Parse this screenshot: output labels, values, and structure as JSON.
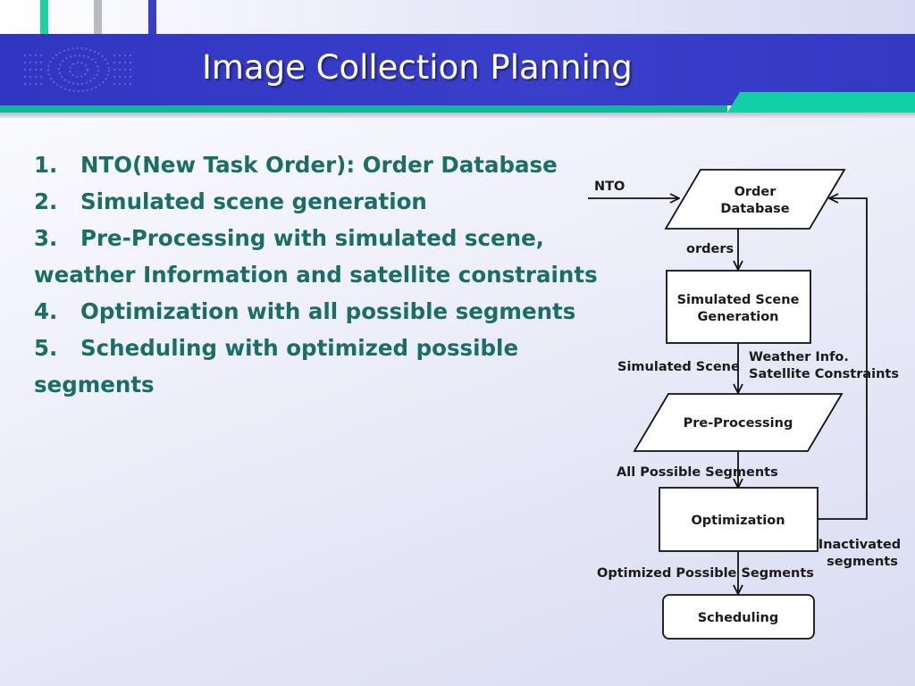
{
  "slide": {
    "title": "Image Collection Planning"
  },
  "steps": [
    {
      "number": "1.",
      "text": "NTO(New Task Order): Order Database"
    },
    {
      "number": "2.",
      "text": "Simulated scene generation"
    },
    {
      "number": "3.",
      "text": "Pre-Processing with simulated scene,",
      "continuation": "weather Information and satellite constraints"
    },
    {
      "number": "4.",
      "text": "Optimization with all possible segments"
    },
    {
      "number": "5.",
      "text": "Scheduling with optimized possible",
      "continuation": "segments"
    }
  ],
  "flowchart": {
    "nodes": {
      "order_database": {
        "line1": "Order",
        "line2": "Database"
      },
      "simulated_scene_generation": {
        "line1": "Simulated Scene",
        "line2": "Generation"
      },
      "pre_processing": {
        "label": "Pre-Processing"
      },
      "optimization": {
        "label": "Optimization"
      },
      "scheduling": {
        "label": "Scheduling"
      }
    },
    "edge_labels": {
      "nto": "NTO",
      "orders": "orders",
      "simulated_scene": "Simulated Scene",
      "weather_info": "Weather Info.",
      "satellite_constraints": "Satellite Constraints",
      "all_possible_segments": "All Possible Segments",
      "optimized_possible_segments": "Optimized Possible Segments",
      "inactivated": "Inactivated",
      "segments": "segments"
    }
  },
  "colors": {
    "title_band": "#3439c4",
    "accent_green": "#11cfa6",
    "body_text": "#1b6d67"
  }
}
